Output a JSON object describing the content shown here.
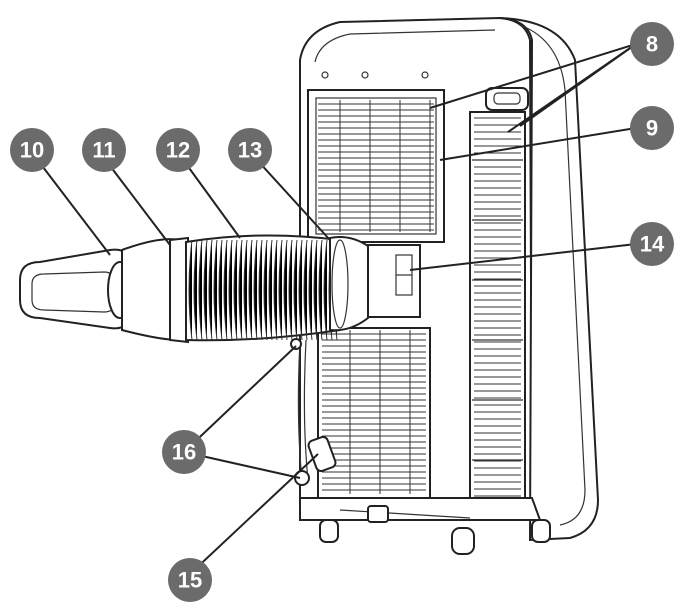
{
  "callouts": [
    {
      "id": "c8",
      "label": "8"
    },
    {
      "id": "c9",
      "label": "9"
    },
    {
      "id": "c10",
      "label": "10"
    },
    {
      "id": "c11",
      "label": "11"
    },
    {
      "id": "c12",
      "label": "12"
    },
    {
      "id": "c13",
      "label": "13"
    },
    {
      "id": "c14",
      "label": "14"
    },
    {
      "id": "c15",
      "label": "15"
    },
    {
      "id": "c16",
      "label": "16"
    }
  ]
}
